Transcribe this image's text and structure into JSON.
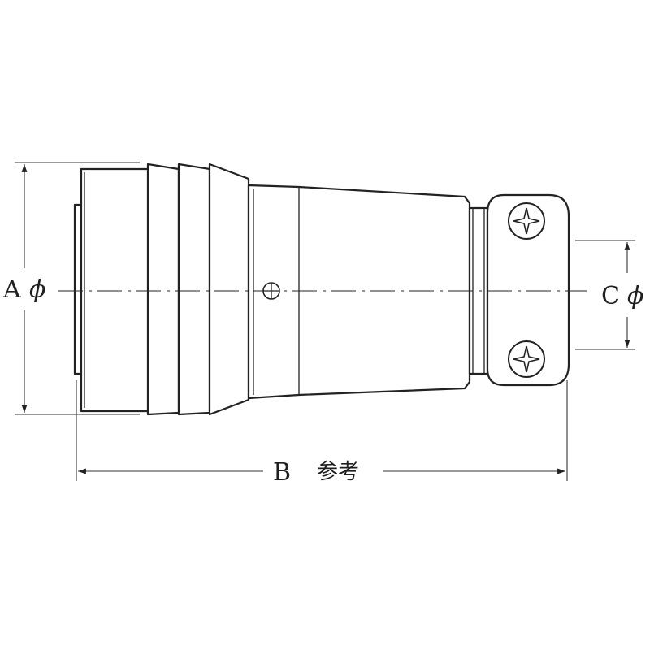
{
  "drawing": {
    "dimension_a": "A",
    "dimension_b": "B",
    "dimension_b_note": "参考",
    "dimension_c": "C",
    "diameter_symbol": "ϕ",
    "colors": {
      "line": "#222222",
      "background": "#ffffff"
    }
  }
}
